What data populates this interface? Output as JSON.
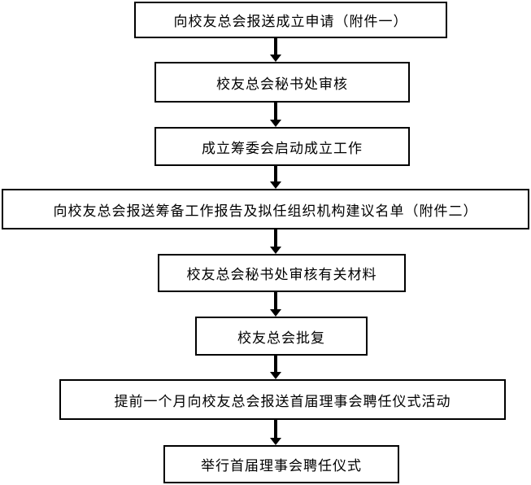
{
  "flowchart": {
    "steps": [
      "向校友总会报送成立申请（附件一）",
      "校友总会秘书处审核",
      "成立筹委会启动成立工作",
      "向校友总会报送筹备工作报告及拟任组织机构建议名单（附件二）",
      "校友总会秘书处审核有关材料",
      "校友总会批复",
      "提前一个月向校友总会报送首届理事会聘任仪式活动",
      "举行首届理事会聘任仪式"
    ]
  }
}
